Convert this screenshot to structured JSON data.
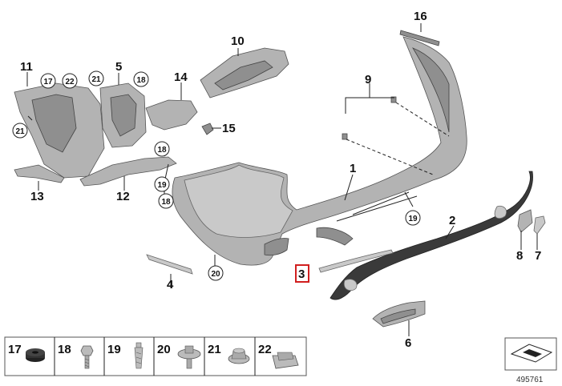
{
  "callouts": {
    "c1": "1",
    "c2": "2",
    "c3": "3",
    "c4": "4",
    "c5": "5",
    "c6": "6",
    "c7": "7",
    "c8": "8",
    "c9": "9",
    "c10": "10",
    "c11": "11",
    "c12": "12",
    "c13": "13",
    "c14": "14",
    "c15": "15",
    "c16": "16",
    "r17": "17",
    "r18a": "18",
    "r18b": "18",
    "r18c": "18",
    "r19a": "19",
    "r19b": "19",
    "r20": "20",
    "r21a": "21",
    "r21b": "21",
    "r22": "22"
  },
  "legend": {
    "l17": "17",
    "l18": "18",
    "l19": "19",
    "l20": "20",
    "l21": "21",
    "l22": "22"
  },
  "diagram_id": "495761",
  "highlight_color": "#d11f1f"
}
